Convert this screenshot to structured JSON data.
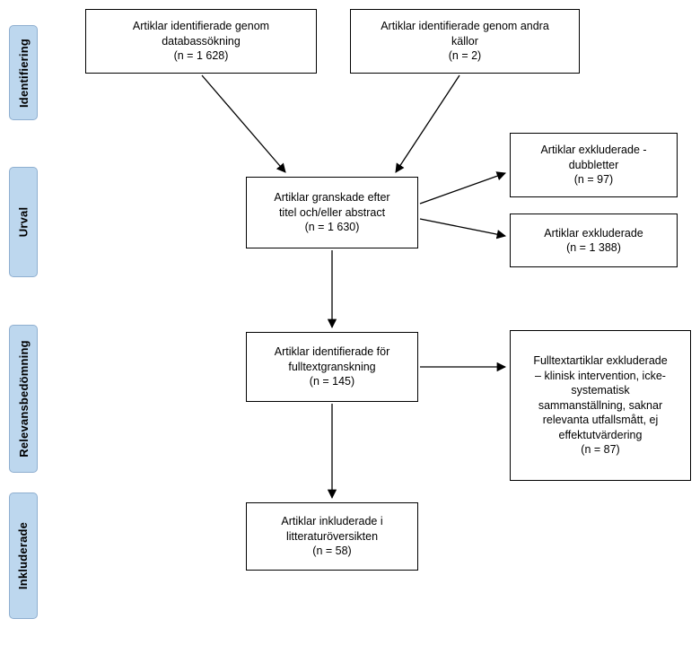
{
  "diagram": {
    "colors": {
      "stage_fill": "#BDD7EE",
      "stage_border": "#8FAFD0",
      "box_border": "#000000"
    },
    "stages": [
      {
        "label": "Identifiering"
      },
      {
        "label": "Urval"
      },
      {
        "label": "Relevansbedömning"
      },
      {
        "label": "Inkluderade"
      }
    ],
    "boxes": {
      "identified_db": "Artiklar identifierade genom\ndatabassökning\n(n = 1 628)",
      "identified_other": "Artiklar identifierade genom andra\nkällor\n(n = 2)",
      "screened": "Artiklar granskade efter\ntitel och/eller abstract\n(n = 1 630)",
      "excluded_duplicates": "Artiklar exkluderade -\ndubbletter\n(n = 97)",
      "excluded_title_abstract": "Artiklar exkluderade\n(n = 1 388)",
      "fulltext_review": "Artiklar identifierade för\nfulltextgranskning\n(n = 145)",
      "fulltext_excluded": "Fulltextartiklar exkluderade\n– klinisk intervention, icke-\nsystematisk\nsammanställning, saknar\nrelevanta utfallsmått, ej\neffektutvärdering\n(n = 87)",
      "included": "Artiklar inkluderade i\nlitteraturöversikten\n(n = 58)"
    }
  }
}
